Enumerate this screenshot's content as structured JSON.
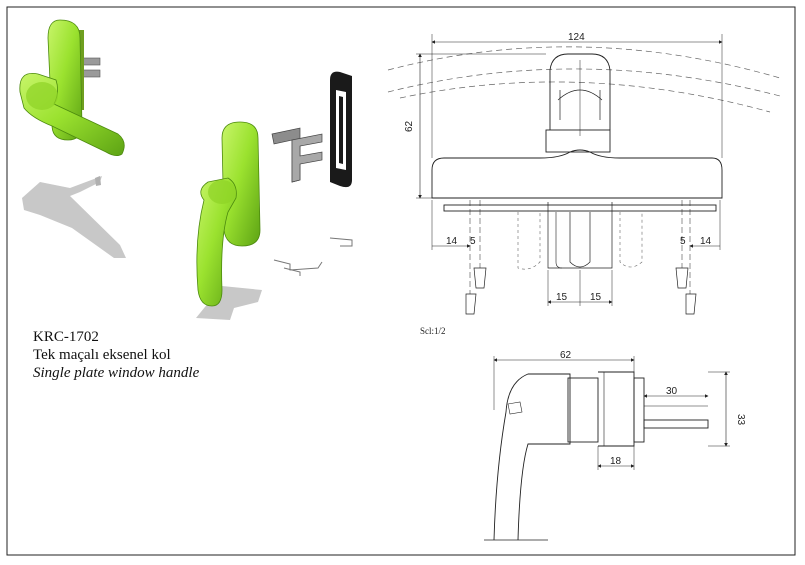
{
  "product": {
    "code": "KRC-1702",
    "name_tr": "Tek maçalı eksenel kol",
    "name_en": "Single plate window handle"
  },
  "scale_label": "Scl:1/2",
  "front_view": {
    "width": "124",
    "height": "62",
    "edge_left": "14",
    "screw_left": "5",
    "spindle_left": "15",
    "spindle_right": "15",
    "screw_right": "5",
    "edge_right": "14"
  },
  "side_view": {
    "length": "62",
    "spindle_length": "30",
    "base_depth": "18",
    "height": "33"
  },
  "colors": {
    "handle_green": "#9be22f",
    "handle_green_dark": "#5da314",
    "shadow": "#c8c8c8",
    "line": "#222222"
  }
}
